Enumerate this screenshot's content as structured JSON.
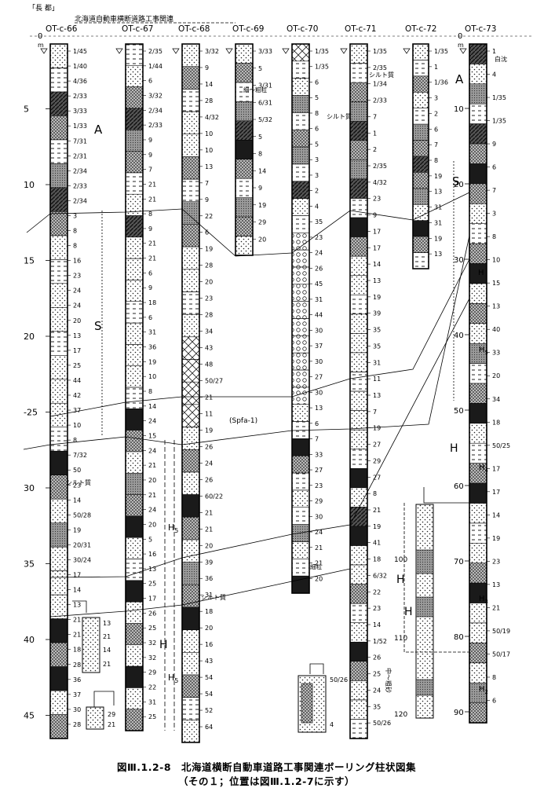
{
  "header": {
    "region": "「長 都」",
    "project": "北海道自動車横断道路工事関連"
  },
  "depth_scale": {
    "unit": "m",
    "zero": "0",
    "left_ticks": [
      "5",
      "10",
      "15",
      "20",
      "-25",
      "30",
      "35",
      "40",
      "45"
    ],
    "right_ticks": [
      "10",
      "20",
      "30",
      "40",
      "50",
      "60",
      "70",
      "80",
      "90"
    ],
    "inset_ticks": [
      "100",
      "110",
      "120"
    ]
  },
  "boreholes": [
    {
      "id": "OT-c-66",
      "n_values": [
        "1/45",
        "1/40",
        "4/36",
        "2/33",
        "3/33",
        "1/33",
        "7/31",
        "2/31",
        "2/34",
        "2/33",
        "2/34",
        "3",
        "8",
        "8",
        "16",
        "23",
        "24",
        "24",
        "20",
        "13",
        "17",
        "25",
        "44",
        "42",
        "37",
        "10",
        "8",
        "7/32",
        "50",
        "23",
        "14",
        "50/28",
        "19",
        "20/31",
        "30/24",
        "17",
        "14",
        "13",
        "21",
        "21",
        "18",
        "28",
        "36",
        "37",
        "30",
        "28"
      ]
    },
    {
      "id": "OT-c-67",
      "n_values": [
        "2/35",
        "1/44",
        "6",
        "3/32",
        "2/34",
        "2/33",
        "9",
        "9",
        "7",
        "21",
        "21",
        "8",
        "9",
        "21",
        "21",
        "6",
        "9",
        "18",
        "6",
        "31",
        "36",
        "19",
        "10",
        "8",
        "14",
        "24",
        "15",
        "24",
        "21",
        "20",
        "21",
        "24",
        "20",
        "5",
        "16",
        "13",
        "25",
        "17",
        "26",
        "25",
        "32",
        "32",
        "29",
        "22",
        "31",
        "25"
      ]
    },
    {
      "id": "OT-c-68",
      "n_values": [
        "3/32",
        "9",
        "14",
        "28",
        "4/32",
        "10",
        "10",
        "13",
        "7",
        "9",
        "22",
        "6",
        "19",
        "28",
        "20",
        "23",
        "28",
        "34",
        "43",
        "48",
        "50/27",
        "21",
        "11",
        "19",
        "26",
        "24",
        "26",
        "60/22",
        "21",
        "21",
        "20",
        "39",
        "36",
        "31",
        "18",
        "20",
        "16",
        "43",
        "54",
        "54",
        "52",
        "64"
      ]
    },
    {
      "id": "OT-c-69",
      "n_values": [
        "3/33",
        "5",
        "3/31",
        "6/31",
        "5/32",
        "5",
        "8",
        "14",
        "9",
        "19",
        "29",
        "20"
      ]
    },
    {
      "id": "OT-c-70",
      "n_values": [
        "1/35",
        "1/35",
        "6",
        "5",
        "8",
        "6",
        "5",
        "3",
        "3",
        "2",
        "4",
        "35",
        "23",
        "24",
        "26",
        "45",
        "31",
        "44",
        "30",
        "37",
        "30",
        "27",
        "30",
        "13",
        "6",
        "7",
        "33",
        "27",
        "23",
        "29",
        "30",
        "24",
        "21",
        "21",
        "20"
      ]
    },
    {
      "id": "OT-c-71",
      "n_values": [
        "1/35",
        "2/35",
        "1/34",
        "2/33",
        "7",
        "1",
        "2",
        "2/35",
        "4/32",
        "23",
        "9",
        "17",
        "17",
        "14",
        "13",
        "19",
        "39",
        "35",
        "35",
        "31",
        "11",
        "13",
        "7",
        "19",
        "27",
        "29",
        "27",
        "8",
        "21",
        "19",
        "41",
        "18",
        "6/32",
        "22",
        "23",
        "14",
        "1/52",
        "26",
        "25",
        "24",
        "35",
        "50/26"
      ]
    },
    {
      "id": "OT-c-72",
      "n_values": [
        "1/35",
        "1",
        "1/36",
        "3",
        "2",
        "6",
        "7",
        "8",
        "19",
        "13",
        "31",
        "31",
        "19",
        "13"
      ]
    },
    {
      "id": "OT-c-73",
      "n_values": [
        "1",
        "4",
        "1/35",
        "1/35",
        "9",
        "6",
        "7",
        "3",
        "8",
        "10",
        "15",
        "13",
        "40",
        "33",
        "20",
        "34",
        "18",
        "50/25",
        "17",
        "17",
        "14",
        "19",
        "23",
        "13",
        "21",
        "50/19",
        "50/17",
        "8",
        "6"
      ]
    }
  ],
  "units": {
    "A": "A",
    "S": "S",
    "H": "H",
    "H5": "H5",
    "H4": "H4",
    "H3": "H3",
    "H2": "H2"
  },
  "annotations": {
    "silt1": "シルト質",
    "silt2": "シルト質",
    "silt3": "シルト質",
    "silt4": "シルト質",
    "whitesand": "白沈",
    "finecoarse": "細～粗粒",
    "finegrain": "細粒",
    "spfa": "(Spfa-1)"
  },
  "caption": {
    "line1": "図Ⅲ.1.2-8　北海道横断自動車道路工事関連ボーリング柱状図集",
    "line2": "（その１；位置は図Ⅲ.1.2-7に示す）"
  }
}
